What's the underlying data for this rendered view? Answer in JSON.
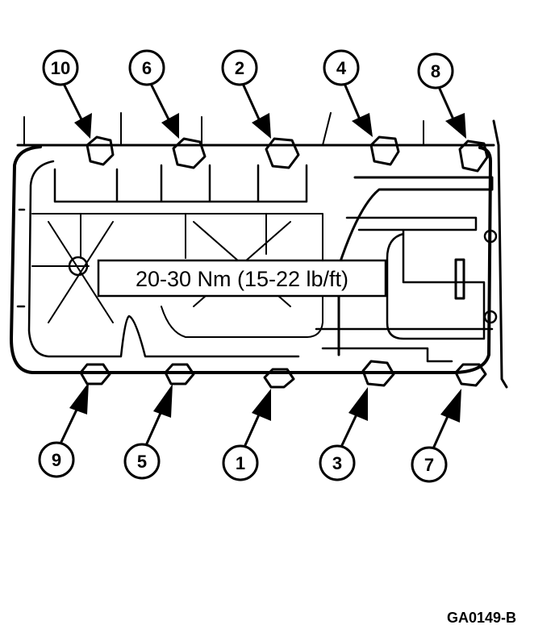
{
  "diagram": {
    "torque_label": "20-30 Nm (15-22 lb/ft)",
    "figure_code": "GA0149-B",
    "bolt_sequence_top": [
      "10",
      "6",
      "2",
      "4",
      "8"
    ],
    "bolt_sequence_bottom": [
      "9",
      "5",
      "1",
      "3",
      "7"
    ]
  }
}
